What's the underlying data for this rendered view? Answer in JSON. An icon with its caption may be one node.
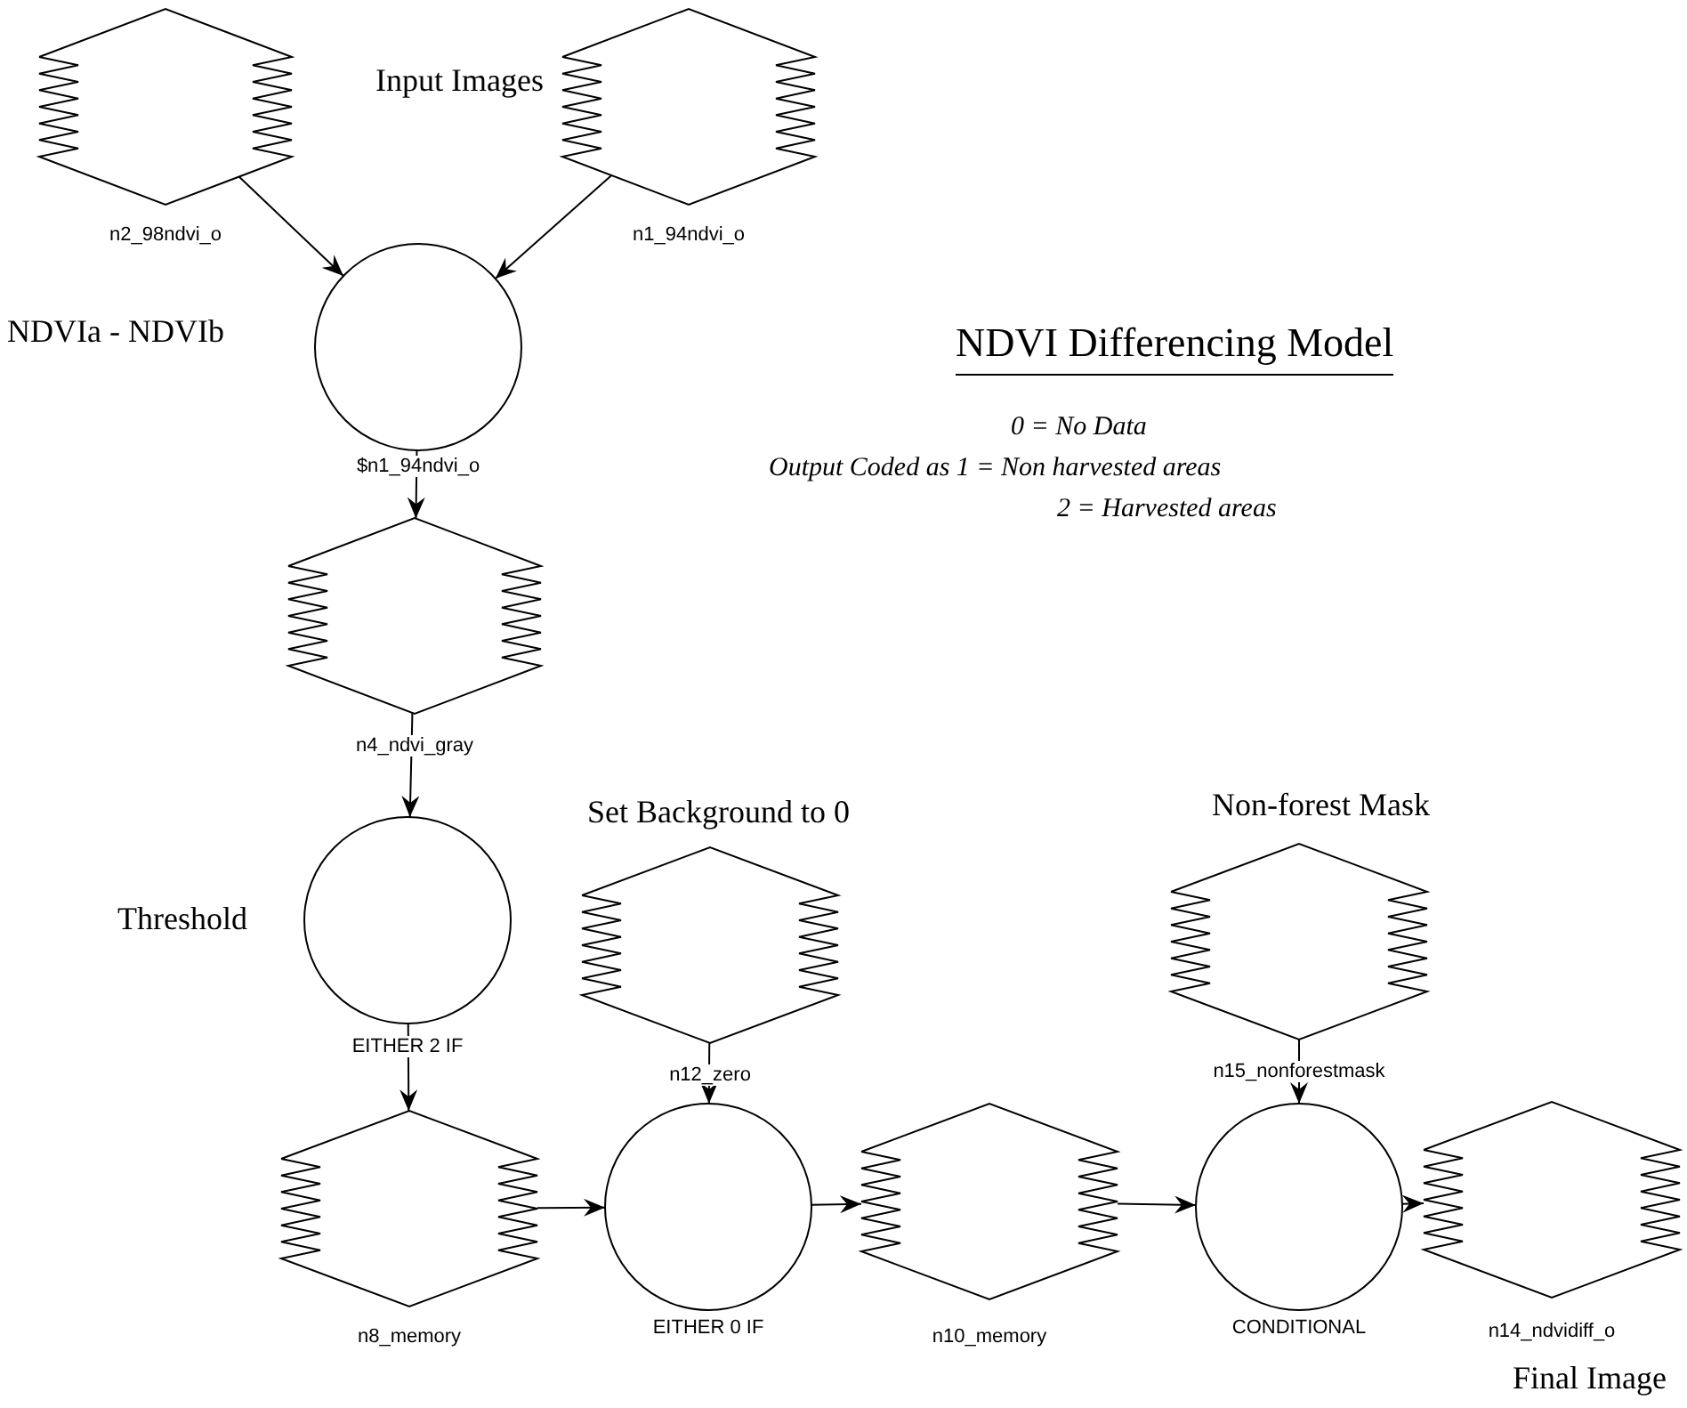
{
  "diagram": {
    "title": "NDVI Differencing Model",
    "nodes": [
      {
        "text": [
          "n2_98ndvi_o"
        ]
      },
      {
        "text": [
          "n1_94ndvi_o"
        ]
      },
      {
        "text": [
          "$n1_94ndvi_o"
        ],
        "beside": [
          "NDVIa - NDVIb"
        ]
      },
      {
        "text": [
          "n4_ndvi_gray"
        ]
      },
      {
        "text": [
          "EITHER 2 IF"
        ],
        "beside": [
          "Threshold"
        ]
      },
      {
        "text": [
          "n8_memory"
        ]
      },
      {
        "text": [
          "n12_zero"
        ],
        "beside": [
          "Set Background to 0"
        ]
      },
      {
        "text": [
          "EITHER 0 IF"
        ]
      },
      {
        "text": [
          "n10_memory"
        ]
      },
      {
        "text": [
          "n15_nonforestmask"
        ],
        "beside": [
          "Non-forest Mask"
        ]
      },
      {
        "text": [
          "CONDITIONAL"
        ]
      },
      {
        "text": [
          "n14_ndvidiff_o"
        ],
        "beside": [
          "Final Image"
        ]
      }
    ],
    "edges": [
      {
        "from": 0,
        "to": 2,
        "arrow": "to"
      },
      {
        "from": 1,
        "to": 2,
        "arrow": "to"
      },
      {
        "from": 2,
        "to": 3,
        "arrow": "to"
      },
      {
        "from": 3,
        "to": 4,
        "arrow": "to"
      },
      {
        "from": 4,
        "to": 5,
        "arrow": "to"
      },
      {
        "from": 5,
        "to": 7,
        "arrow": "to"
      },
      {
        "from": 6,
        "to": 7,
        "arrow": "to"
      },
      {
        "from": 7,
        "to": 8,
        "arrow": "to"
      },
      {
        "from": 8,
        "to": 10,
        "arrow": "to"
      },
      {
        "from": 9,
        "to": 10,
        "arrow": "to"
      },
      {
        "from": 10,
        "to": 11,
        "arrow": "to"
      }
    ],
    "labels": [
      "Input Images",
      "0 = No Data",
      "Output Coded as 1 = Non harvested areas",
      "2 = Harvested areas"
    ]
  }
}
